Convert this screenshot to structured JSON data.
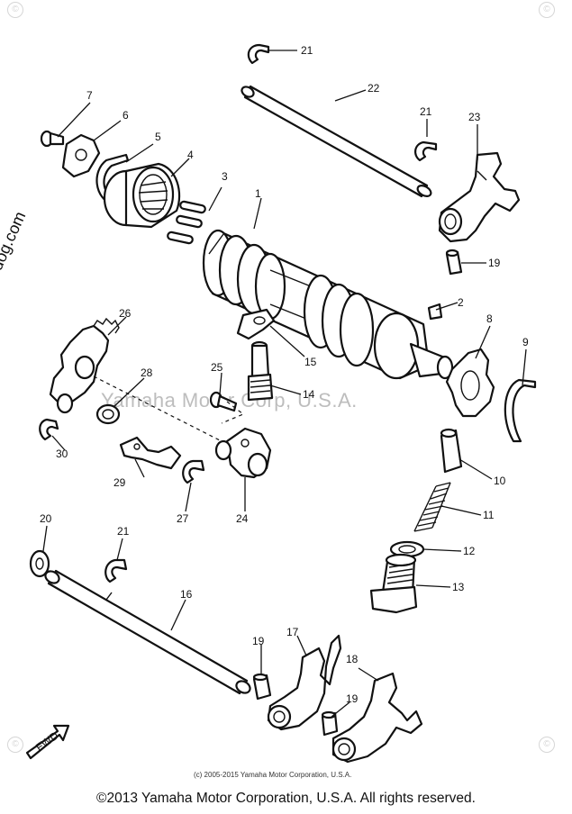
{
  "diagram": {
    "part_numbers": [
      "1",
      "2",
      "3",
      "4",
      "5",
      "6",
      "7",
      "8",
      "9",
      "10",
      "11",
      "12",
      "13",
      "14",
      "15",
      "16",
      "17",
      "18",
      "19",
      "19",
      "19",
      "20",
      "21",
      "21",
      "21",
      "22",
      "23",
      "24",
      "25",
      "26",
      "27",
      "28",
      "29",
      "30"
    ],
    "arrow_label": "FWD"
  },
  "watermark": {
    "side_text": "© Firedog.com",
    "center_text": "Yamaha Motor Corp, U.S.A.",
    "credit_small": "(c) 2005-2015 Yamaha Motor Corporation, U.S.A.",
    "logo_glyph": "©"
  },
  "footer": {
    "copyright": "©2013 Yamaha Motor Corporation, U.S.A. All rights reserved."
  },
  "colors": {
    "ink": "#111111",
    "watermark": "#c9c9c9",
    "background": "#ffffff"
  }
}
